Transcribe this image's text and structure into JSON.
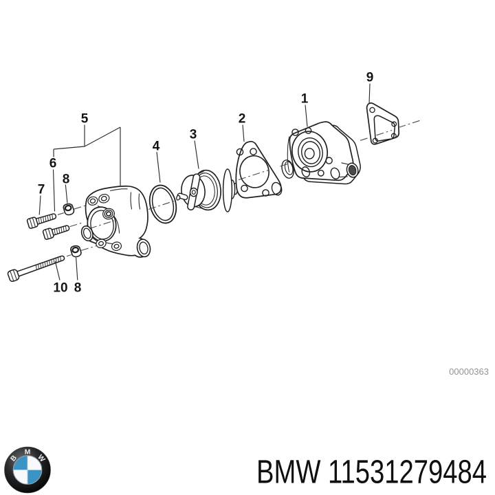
{
  "diagram": {
    "watermark": "00000363",
    "callouts": {
      "c1": "1",
      "c2": "2",
      "c3": "3",
      "c4": "4",
      "c5": "5",
      "c6": "6",
      "c7": "7",
      "c8a": "8",
      "c8b": "8",
      "c9": "9",
      "c10": "10"
    }
  },
  "footer": {
    "caption": "BMW 11531279484",
    "logo_letters": {
      "b": "B",
      "m": "M",
      "w": "W"
    }
  },
  "colors": {
    "drawing_line": "#1f1f1f",
    "watermark_gray": "#8f9499",
    "bmw_roundel_blue": "#3b93c5",
    "bmw_ring_black": "#0a0a0a",
    "caption_text": "#0f0f0f",
    "background": "#ffffff"
  }
}
